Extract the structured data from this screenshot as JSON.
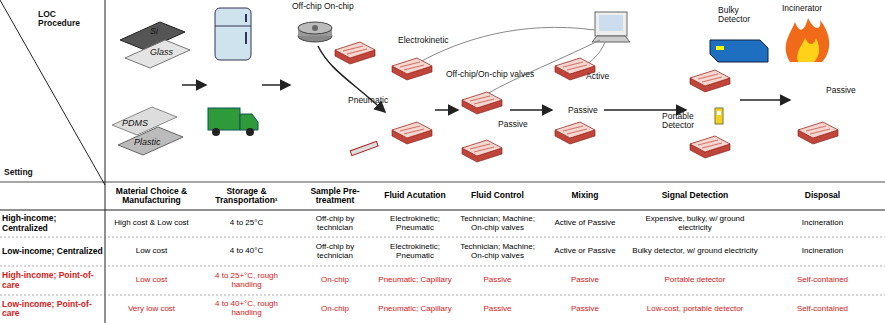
{
  "diagram": {
    "labels": [
      "LOC Procedure",
      "Setting",
      "Si",
      "Glass",
      "PDMS",
      "Plastic",
      "Off-chip On-chip",
      "Electrokinetic",
      "Pneumatic",
      "Off-chip/On-chip valves",
      "Active",
      "Passive",
      "Passive",
      "Bulky Detector",
      "Portable Detector",
      "Incinerator",
      "Passive",
      "Material Choice & Manufacturing",
      "Storage & Transportation¹",
      "Sample Pre-treatment",
      "Fluid Acutation",
      "Fluid Control",
      "Mixing",
      "Signal Detection",
      "Disposal",
      "High-income; Centralized",
      "High cost & Low cost",
      "4 to 25°C",
      "Off-chip by technician",
      "Electrokinetic; Pneumatic",
      "Technician; Machine; On-chip valves",
      "Active of Passive",
      "Expensive, bulky, w/ ground electricity",
      "Incineration",
      "Low-income; Centralized",
      "Low cost",
      "4 to 40°C",
      "Off-chip by technician",
      "Electrokinetic; Pneumatic",
      "Technician; Machine; On-chip valves",
      "Active or Passive",
      "Bulky detector, w/ ground electricity",
      "Incineration",
      "High-income; Point-of-care",
      "Low cost",
      "4 to 25+°C, rough handling",
      "On-chip",
      "Pneumatic; Capillary",
      "Passive",
      "Passive",
      "Portable detector",
      "Self-contained",
      "Low-income; Point-of-care",
      "Very low cost",
      "4 to 40+°C, rough handling",
      "On-chip",
      "Pneumatic; Capillary",
      "Passive",
      "Passive",
      "Low-cost, portable detector",
      "Self-contained"
    ]
  }
}
